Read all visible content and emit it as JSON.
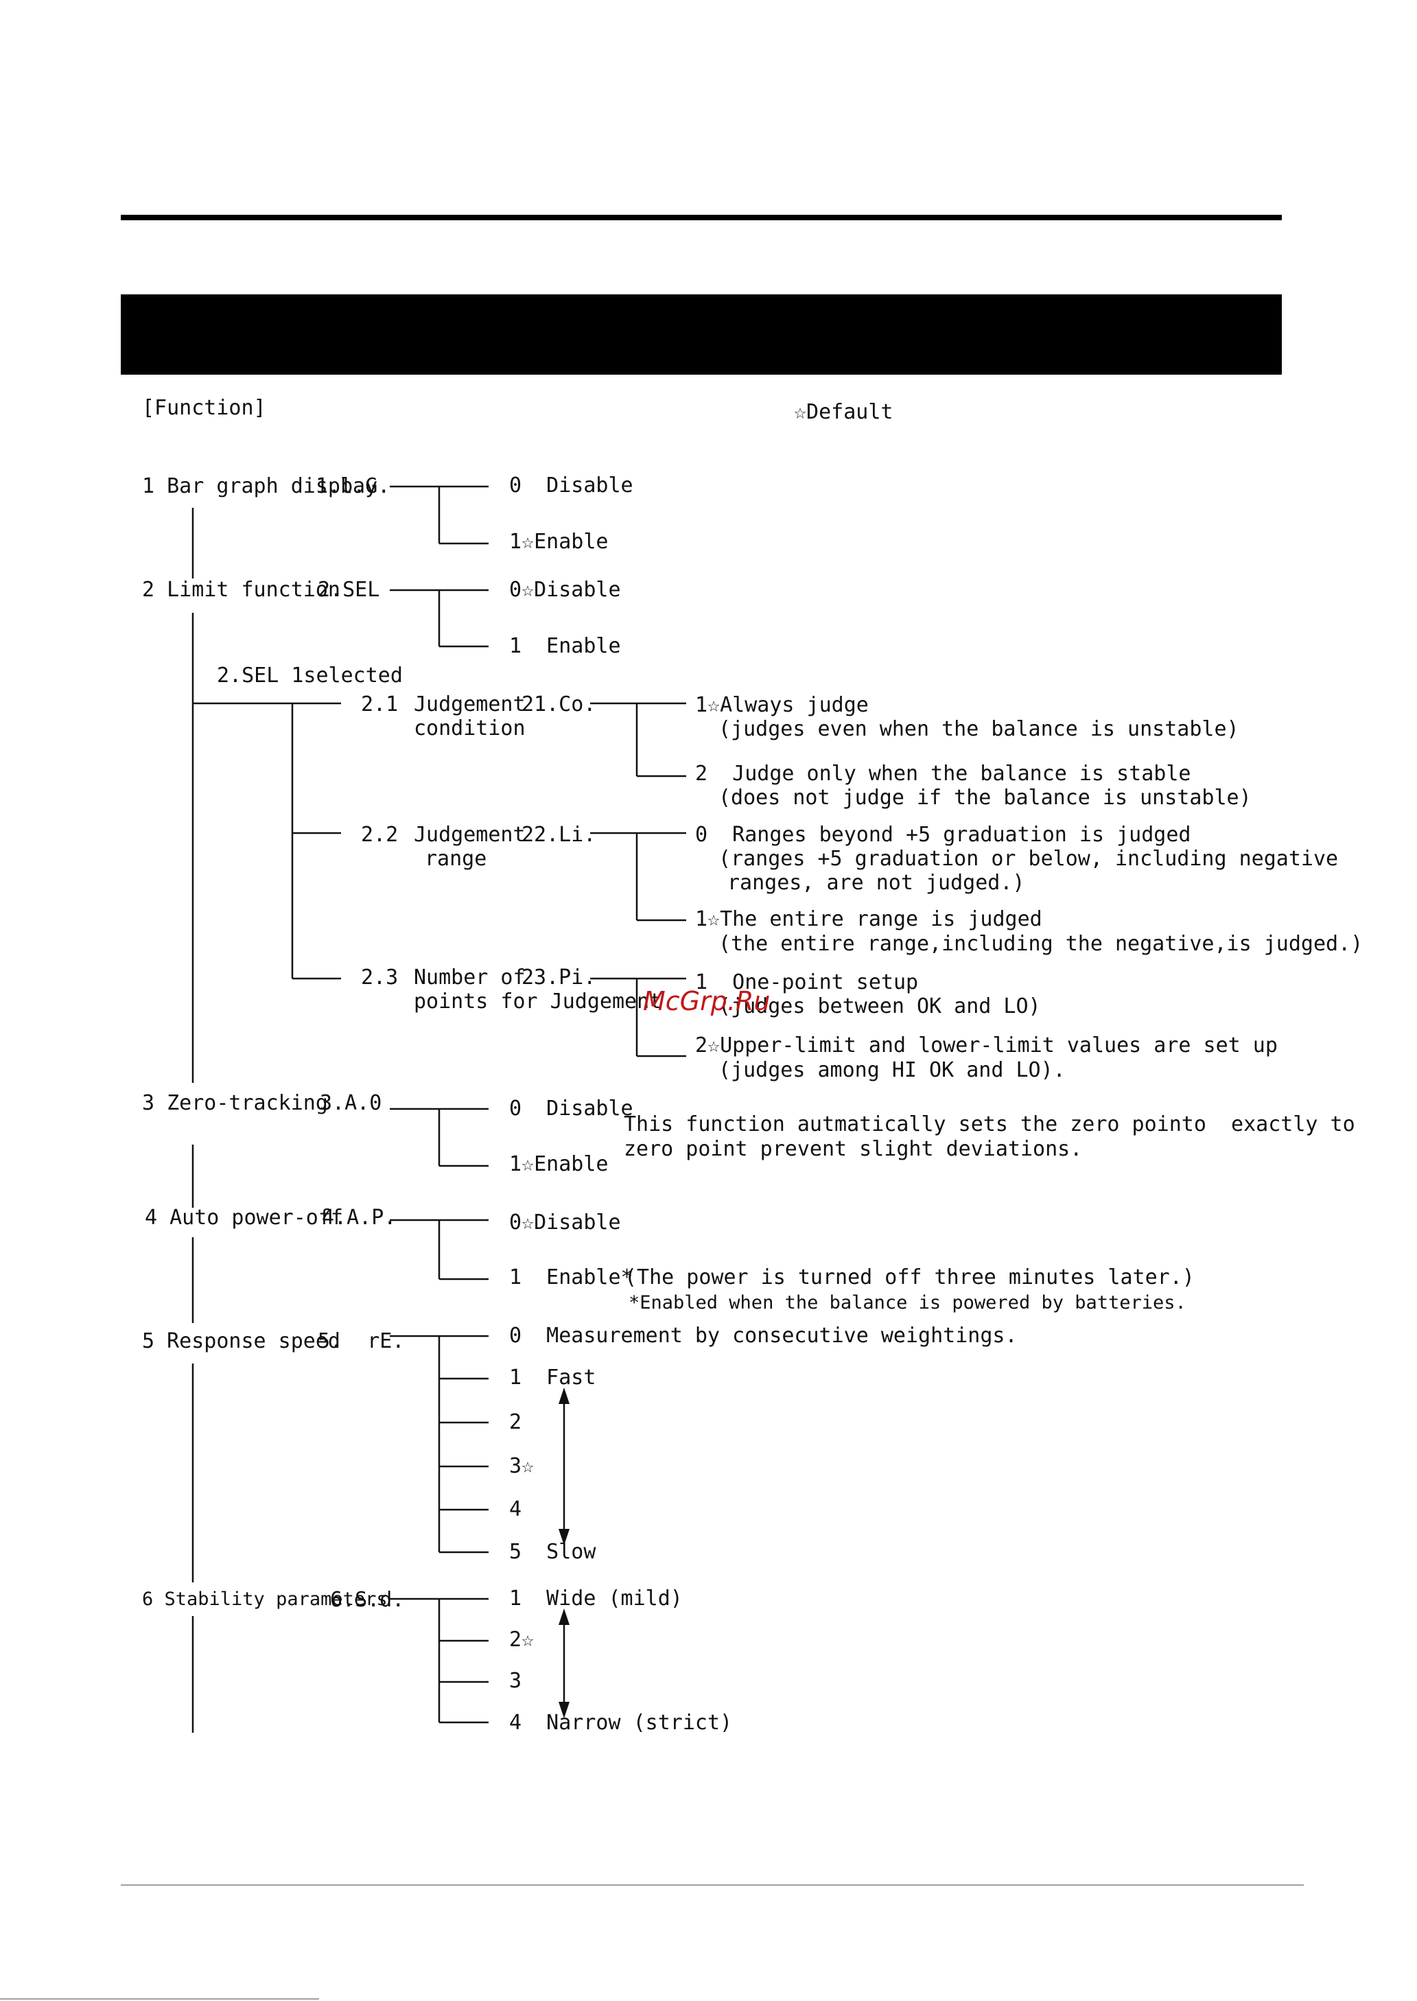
{
  "header": {
    "function_label": "[Function]",
    "default_legend": "☆Default"
  },
  "watermark": {
    "text": "McGrp.Ru",
    "color": "#c01818"
  },
  "colors": {
    "text": "#111111",
    "title_bar": "#000000",
    "footer_rule": "#9aa0a8"
  },
  "settings": {
    "bar_graph": {
      "name": "1 Bar graph display",
      "code": "1.b.G.",
      "options": [
        "0  Disable",
        "1☆Enable"
      ]
    },
    "limit": {
      "name": "2 Limit function",
      "code": "2.SEL",
      "options": [
        "0☆Disable",
        "1  Enable"
      ],
      "selected_note": "2.SEL 1selected",
      "judgement_condition": {
        "num": "2.1",
        "label": [
          "Judgement",
          "condition"
        ],
        "code": "21.Co.",
        "options": [
          [
            "1☆Always judge",
            "(judges even when the balance is unstable)"
          ],
          [
            "2  Judge only when the balance is stable",
            "(does not judge if the balance is unstable)"
          ]
        ]
      },
      "judgement_range": {
        "num": "2.2",
        "label": [
          "Judgement",
          "range"
        ],
        "code": "22.Li.",
        "options": [
          [
            "0  Ranges beyond +5 graduation is judged",
            "(ranges +5 graduation or below, including negative",
            "ranges, are not judged.)"
          ],
          [
            "1☆The entire range is judged",
            "(the entire range,including the negative,is judged.)"
          ]
        ]
      },
      "judgement_points": {
        "num": "2.3",
        "label": [
          "Number of",
          "points for Judgement"
        ],
        "code": "23.Pi.",
        "options": [
          [
            "1  One-point setup",
            "(judges between OK and LO)"
          ],
          [
            "2☆Upper-limit and lower-limit values are set up",
            "(judges among HI OK and LO)."
          ]
        ]
      }
    },
    "zero_tracking": {
      "name": "3 Zero-tracking",
      "code": "3.A.0",
      "options": [
        "0  Disable",
        "1☆Enable"
      ],
      "note": [
        "This function autmatically sets the zero pointo  exactly to",
        "zero point prevent slight deviations."
      ]
    },
    "auto_power_off": {
      "name": "4 Auto power-off",
      "code": "4.A.P.",
      "options": [
        "0☆Disable",
        "1  Enable*"
      ],
      "note": [
        "(The power is turned off three minutes later.)",
        "*Enabled when the balance is powered by batteries."
      ]
    },
    "response_speed": {
      "name": "5 Response speed",
      "code": "5.  rE.",
      "options": [
        "0  Measurement by consecutive weightings.",
        "1  Fast",
        "2",
        "3☆",
        "4",
        "5  Slow"
      ]
    },
    "stability": {
      "name": "6 Stability parameters",
      "code": "6.S.d.",
      "options": [
        "1  Wide (mild)",
        "2☆",
        "3",
        "4  Narrow (strict)"
      ]
    }
  }
}
